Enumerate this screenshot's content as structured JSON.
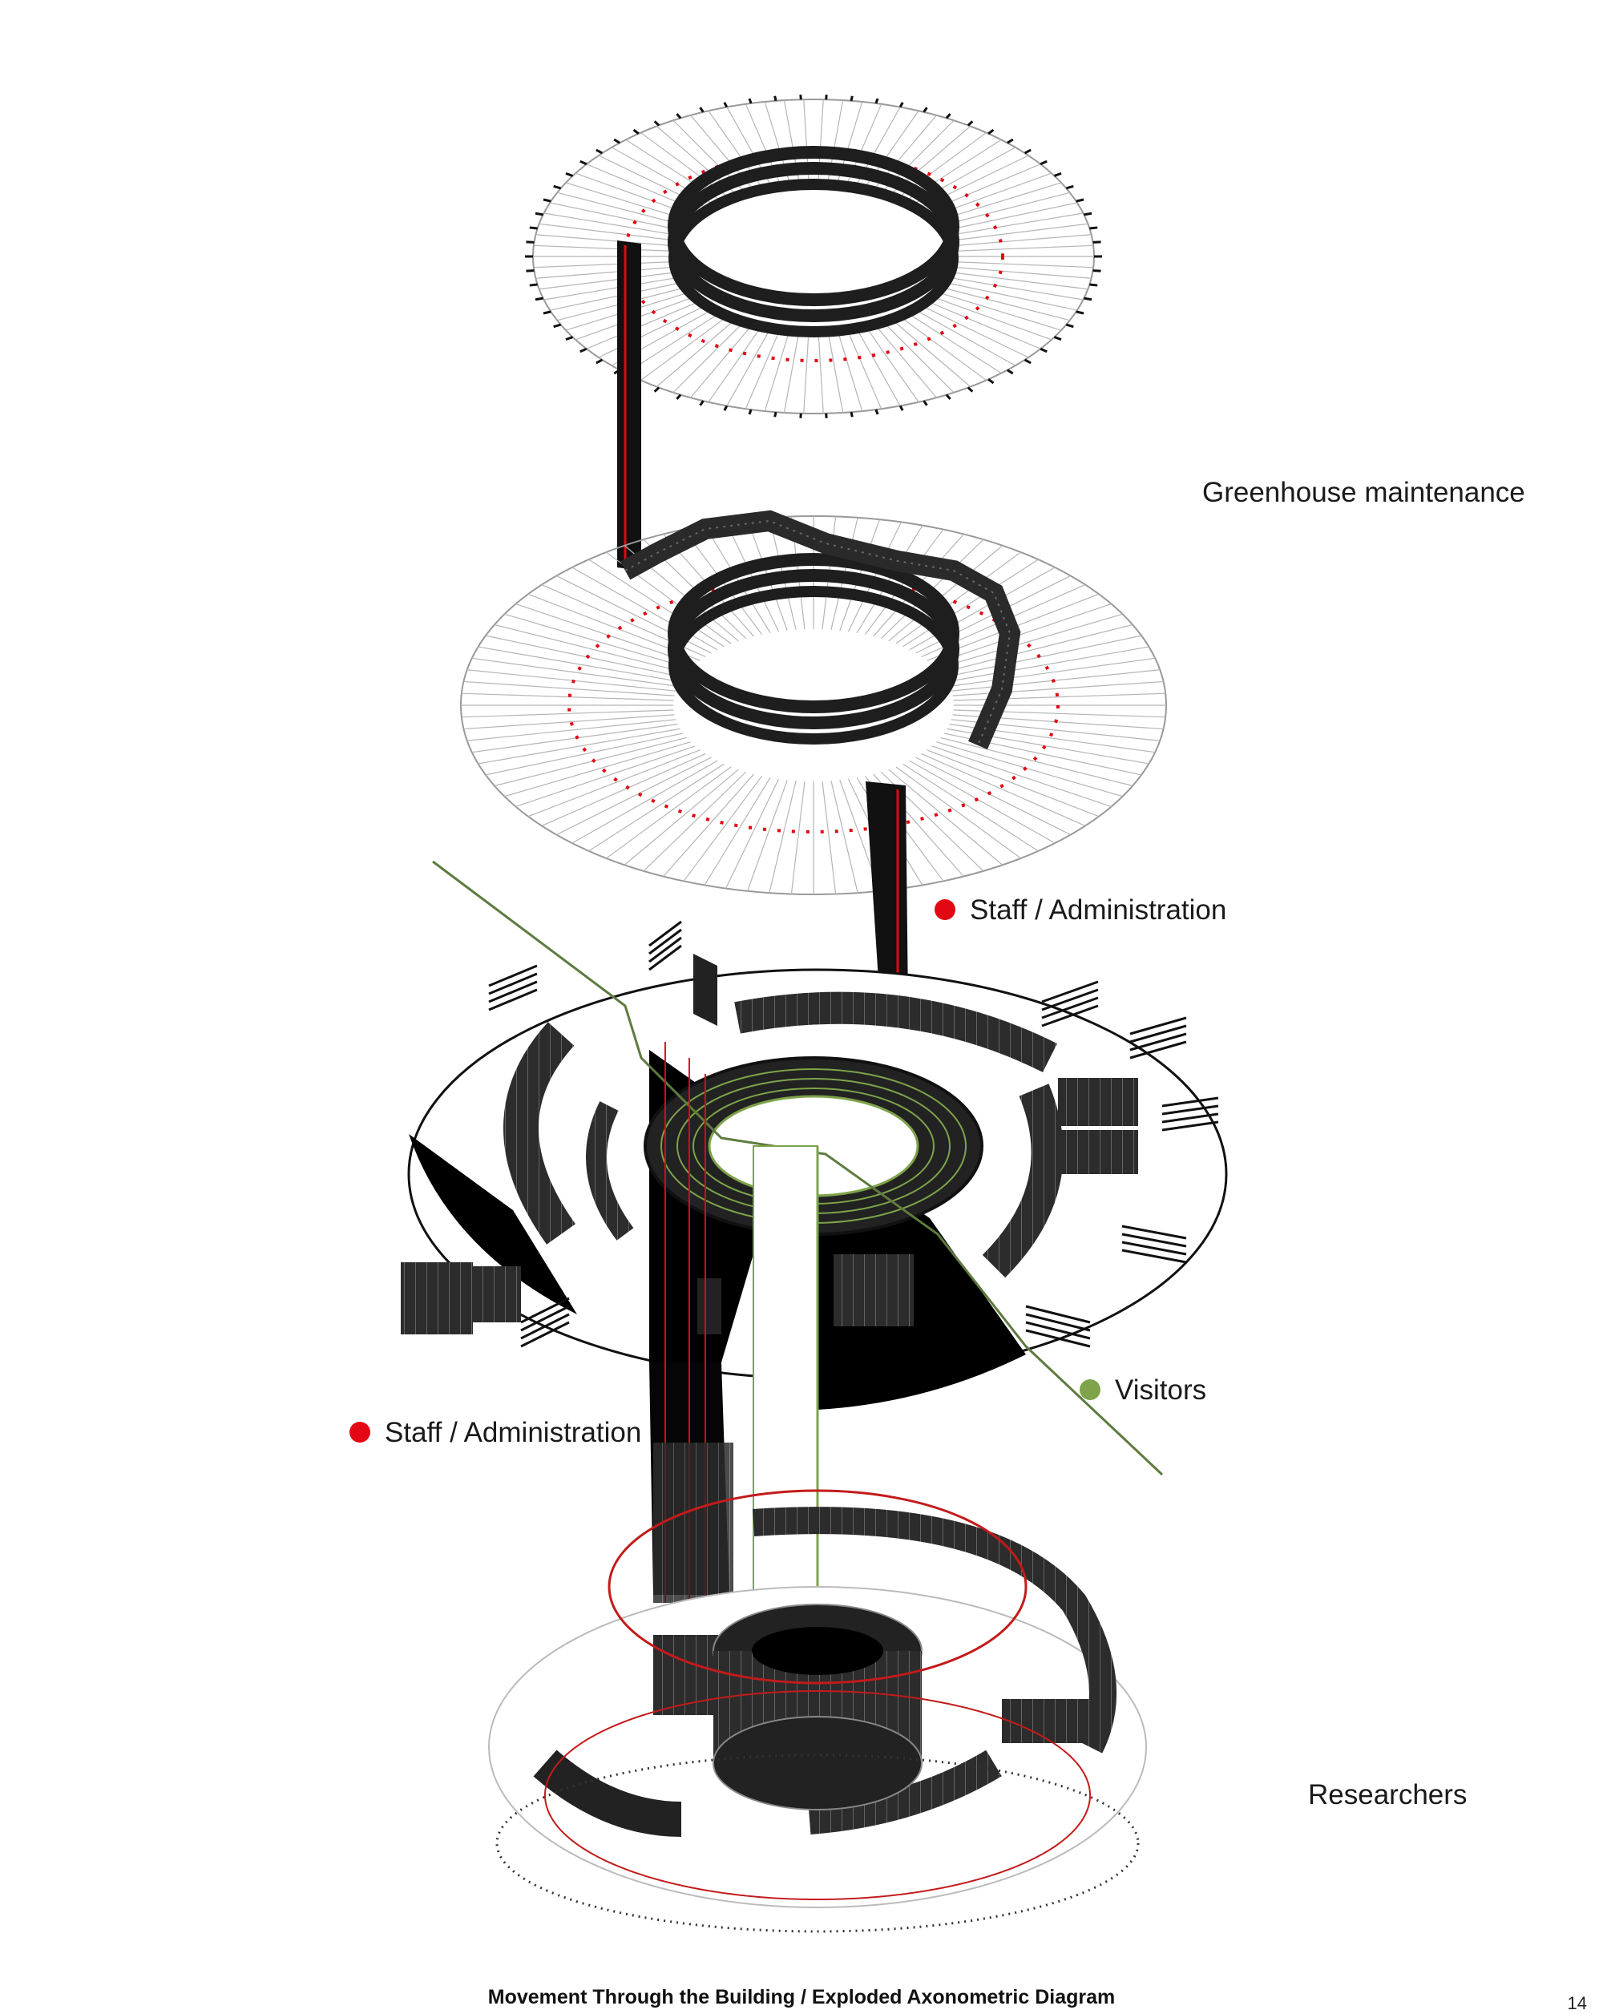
{
  "labels": {
    "greenhouse": "Greenhouse maintenance",
    "staff_upper": "Staff / Administration",
    "visitors": "Visitors",
    "staff_lower": "Staff / Administration",
    "researchers": "Researchers"
  },
  "legend_colors": {
    "staff": "#e30613",
    "visitors": "#7ea34a"
  },
  "caption": "Movement Through the Building / Exploded Axonometric Diagram",
  "page_number": "14"
}
